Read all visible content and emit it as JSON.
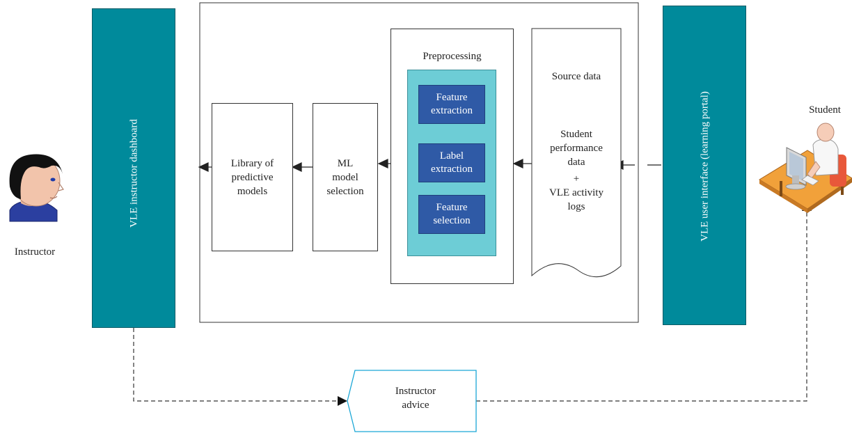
{
  "actors": {
    "instructor_label": "Instructor",
    "student_label": "Student"
  },
  "panels": {
    "dashboard": "VLE instructor dashboard",
    "user_interface": "VLE user interface (learning portal)"
  },
  "pipeline": {
    "library": [
      "Library of",
      "predictive",
      "models"
    ],
    "ml": [
      "ML",
      "model",
      "selection"
    ],
    "preprocessing_title": "Preprocessing",
    "preprocessing_steps": [
      [
        "Feature",
        "extraction"
      ],
      [
        "Label",
        "extraction"
      ],
      [
        "Feature",
        "selection"
      ]
    ],
    "source_title": "Source data",
    "source_lines": [
      "Student",
      "performance",
      "data",
      "+",
      "VLE activity",
      "logs"
    ]
  },
  "advice": [
    "Instructor",
    "advice"
  ],
  "colors": {
    "panel": "#008a9b",
    "preprocess_bg": "#6dcdd6",
    "step_box": "#2f5aa6",
    "cyan_arrow": "#1fb5cc",
    "advice_border": "#1aa6d6"
  }
}
